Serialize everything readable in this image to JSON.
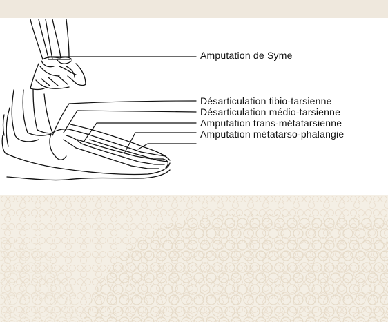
{
  "labels": {
    "syme": "Amputation de Syme",
    "tibio": "Désarticulation tibio-tarsienne",
    "medio": "Désarticulation médio-tarsienne",
    "trans": "Amputation trans-métatarsienne",
    "metatarso": "Amputation métatarso-phalangie"
  },
  "colors": {
    "ink": "#111111",
    "background": "#ffffff",
    "texture": "#f4efe5",
    "texture_stroke": "#e6dccb"
  }
}
